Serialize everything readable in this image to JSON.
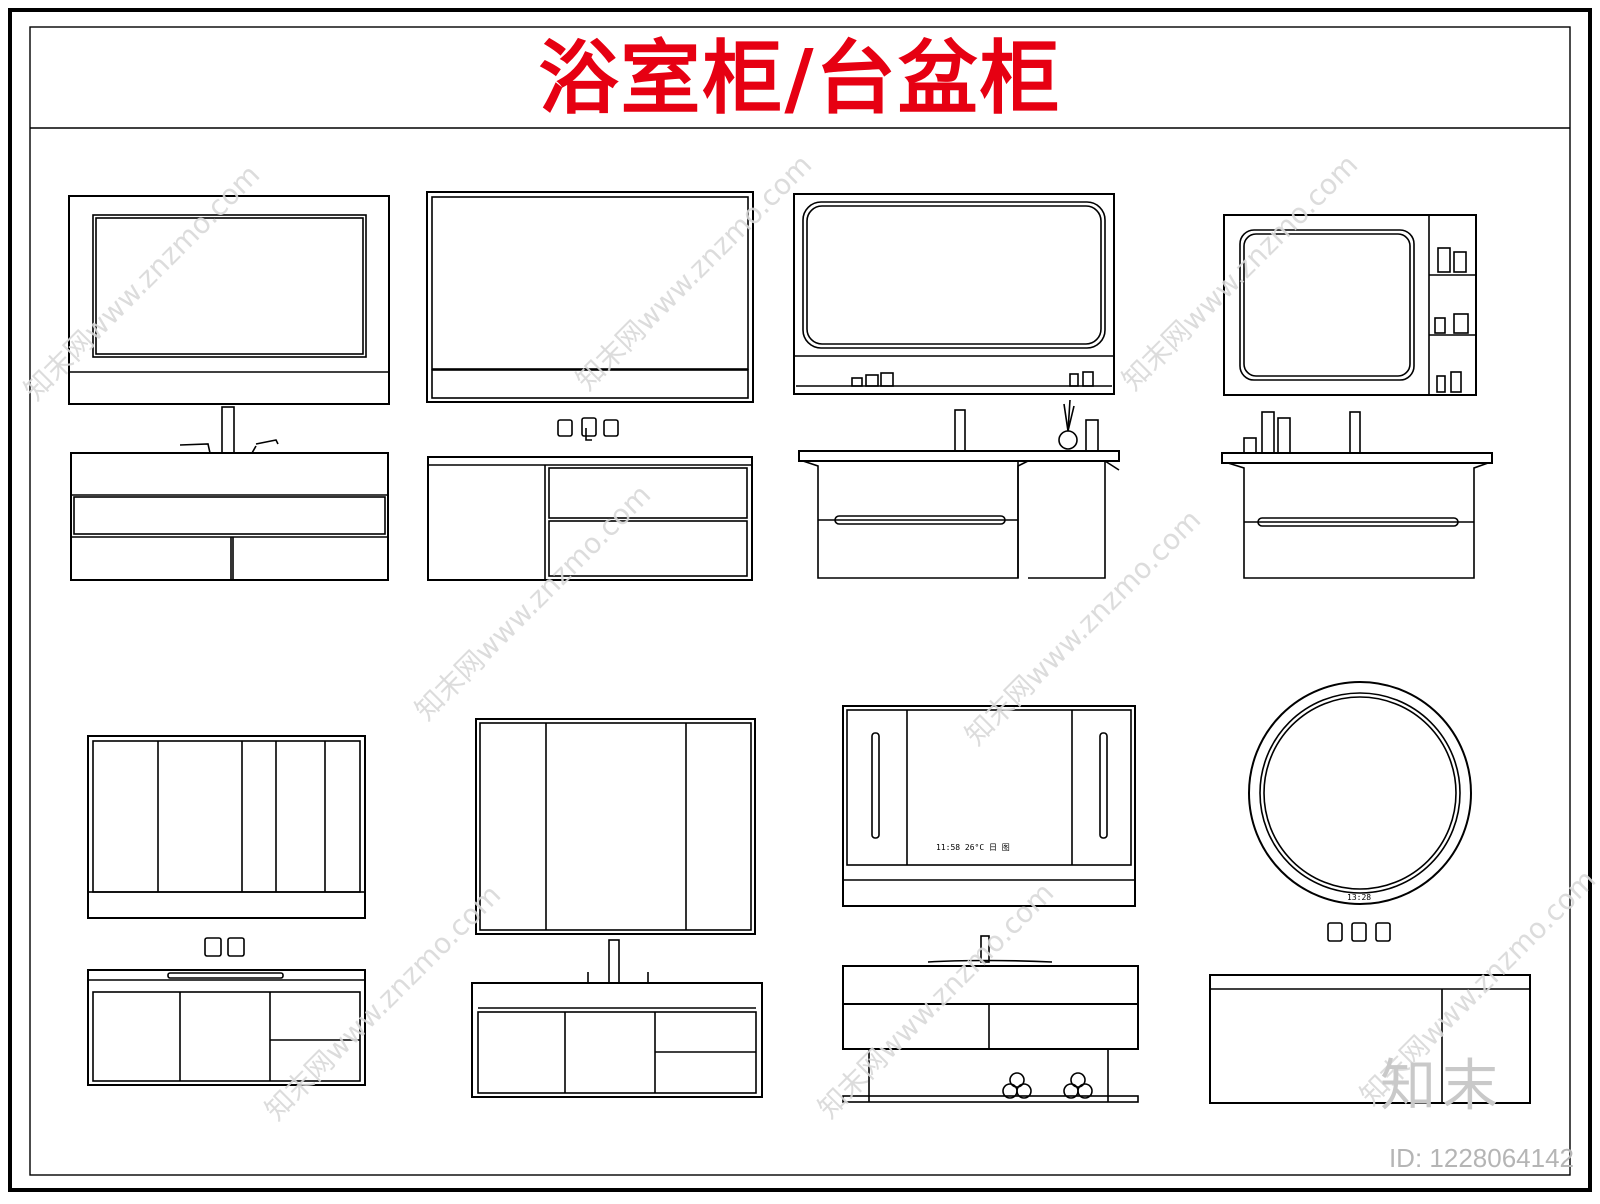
{
  "title": "浴室柜/台盆柜",
  "watermark_text": "知末网www.znzmo.com",
  "brand_logo": "知末",
  "id_label": "ID: 1228064142",
  "mirror_display_1": "11:58 26°C 日 图",
  "mirror_display_2": "13:28",
  "colors": {
    "title": "#e60012",
    "line": "#000000",
    "watermark": "#d9d9d9"
  }
}
